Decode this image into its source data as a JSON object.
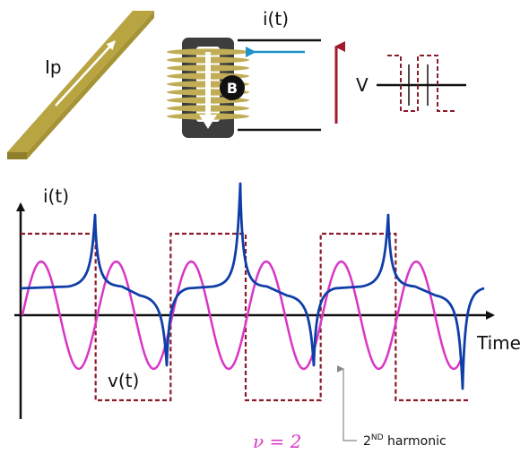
{
  "labels": {
    "ip": "Ip",
    "i_t_top": "i(t)",
    "v_top": "V",
    "b_marker": "B",
    "i_t_axis": "i(t)",
    "time_axis": "Time",
    "v_t_axis": "v(t)",
    "nu_eq": "ν = 2",
    "harmonic_base": "2",
    "harmonic_sup": "ND",
    "harmonic_rest": " harmonic"
  },
  "colors": {
    "axis": "#111111",
    "square_wave": "#8b1a2b",
    "current_blue": "#0f3ea8",
    "harmonic_magenta": "#d936c6",
    "arrow_cyan": "#1d93c9",
    "arrow_red": "#a3192e",
    "busbar": "#b8a542",
    "busbar_dark": "#8f7e2b",
    "core": "#3d3d3d",
    "coil": "#c2ad57",
    "annotation_gray": "#888888"
  },
  "chart_data": {
    "type": "line",
    "series": [
      {
        "name": "v(t)",
        "kind": "square",
        "periods": 3,
        "high": 1,
        "low": -1
      },
      {
        "name": "i(t)",
        "kind": "spiky",
        "periods": 3
      },
      {
        "name": "ν = 2",
        "kind": "sine",
        "cycles": 6
      }
    ]
  }
}
